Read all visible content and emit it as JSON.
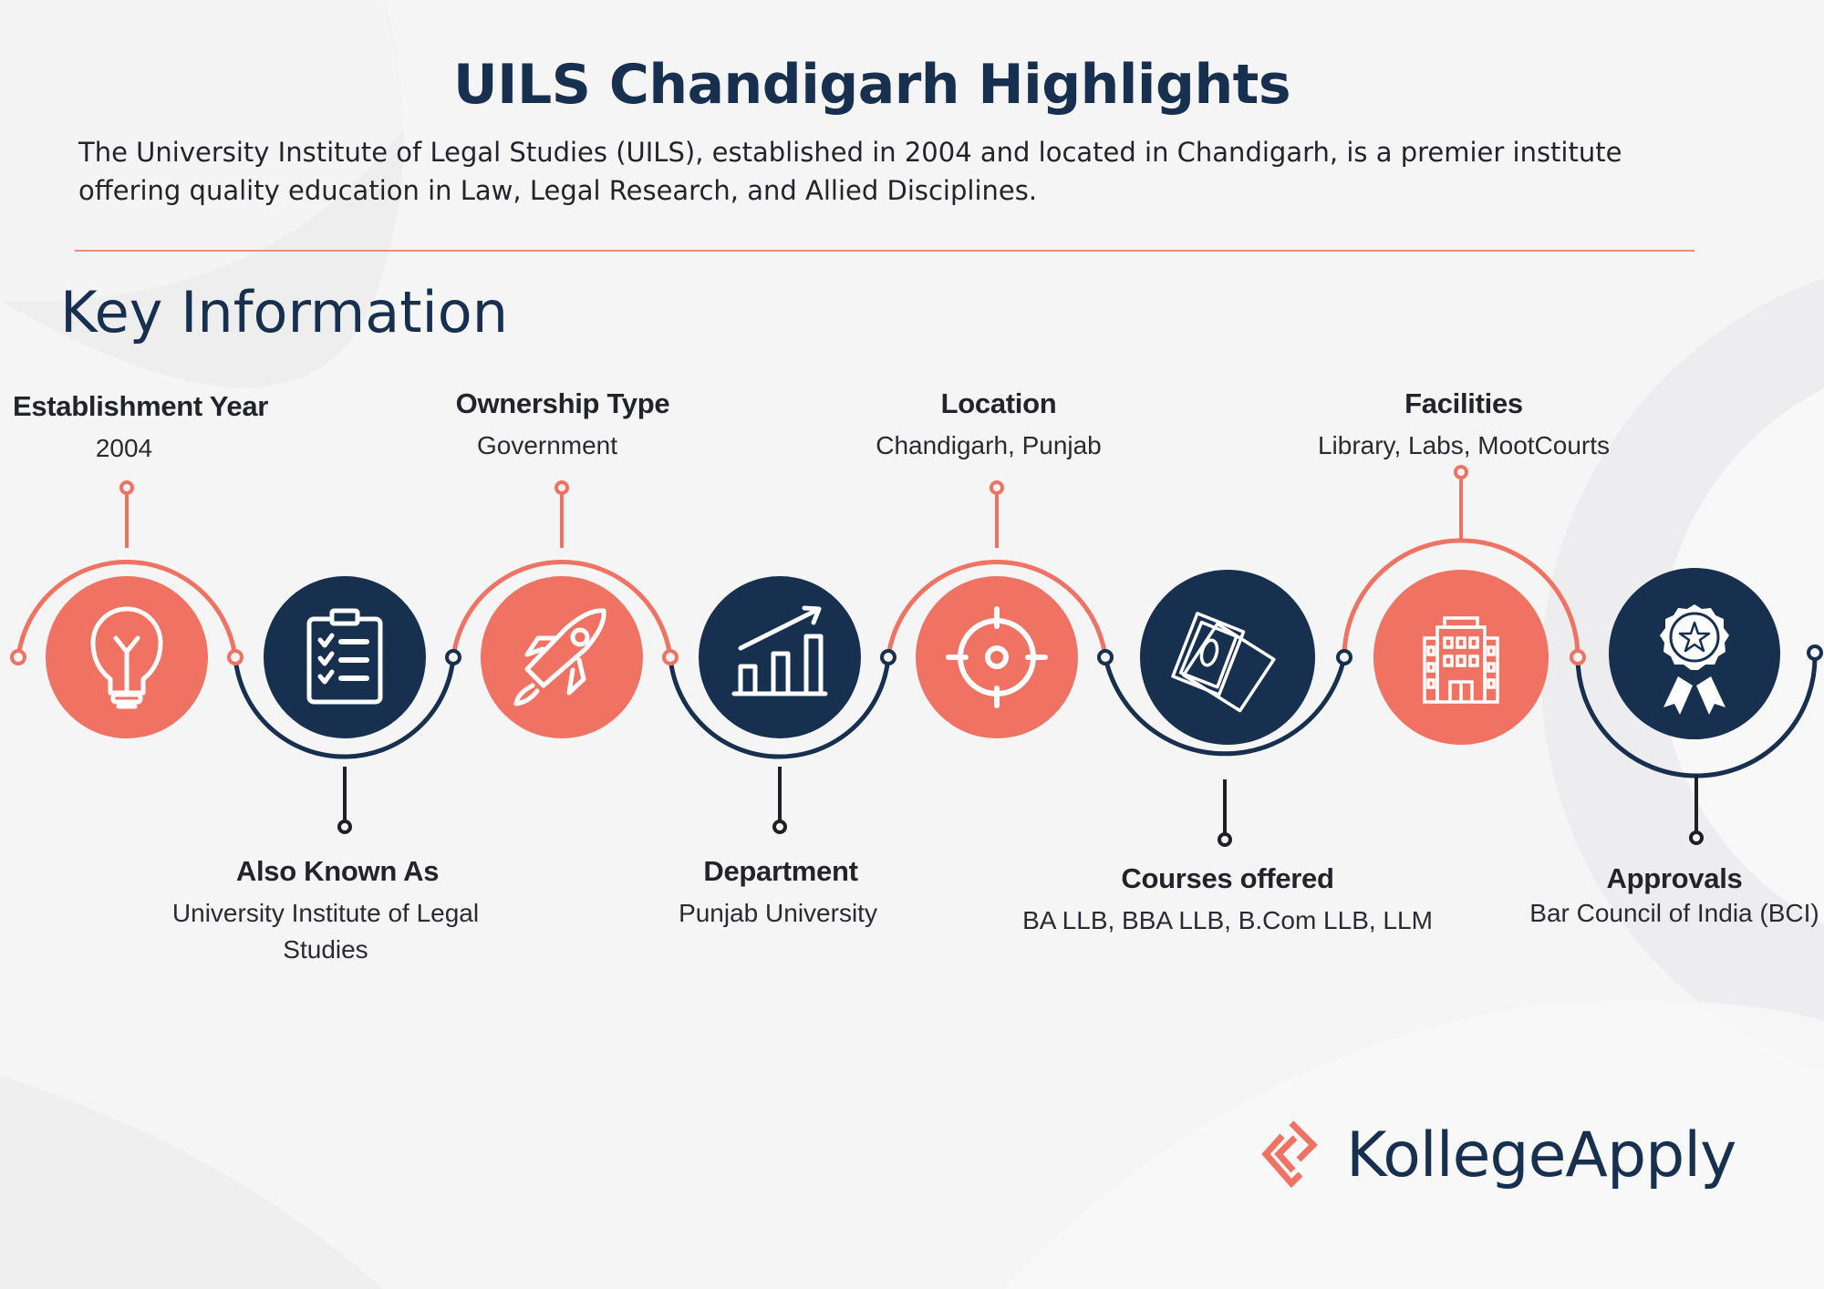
{
  "header": {
    "title": "UILS Chandigarh Highlights",
    "description": "The University Institute of Legal Studies (UILS), established in 2004 and located in Chandigarh, is a premier institute offering quality education in Law, Legal Research, and Allied Disciplines."
  },
  "section": {
    "heading": "Key Information"
  },
  "colors": {
    "coral": "#f07263",
    "navy": "#17304f",
    "divider": "#f08a7c",
    "background": "#f5f5f6"
  },
  "timeline": [
    {
      "heading": "Establishment Year",
      "value": "2004",
      "icon": "lightbulb-icon",
      "color": "coral",
      "position": "top"
    },
    {
      "heading": "Also Known As",
      "value": "University Institute of Legal Studies",
      "value_line1": "University Institute of Legal",
      "value_line2": "Studies",
      "icon": "clipboard-checklist-icon",
      "color": "navy",
      "position": "bottom"
    },
    {
      "heading": "Ownership Type",
      "value": "Government",
      "icon": "rocket-icon",
      "color": "coral",
      "position": "top"
    },
    {
      "heading": "Department",
      "value": "Punjab University",
      "icon": "bar-chart-growth-icon",
      "color": "navy",
      "position": "bottom"
    },
    {
      "heading": "Location",
      "value": "Chandigarh, Punjab",
      "icon": "target-crosshair-icon",
      "color": "coral",
      "position": "top"
    },
    {
      "heading": "Courses offered",
      "value": "BA LLB, BBA LLB, B.Com LLB, LLM",
      "icon": "money-notes-icon",
      "color": "navy",
      "position": "bottom"
    },
    {
      "heading": "Facilities",
      "value": "Library, Labs, MootCourts",
      "icon": "building-icon",
      "color": "coral",
      "position": "top"
    },
    {
      "heading": "Approvals",
      "value": "Bar Council of India (BCI)",
      "icon": "award-badge-icon",
      "color": "navy",
      "position": "bottom"
    }
  ],
  "brand": {
    "name": "KollegeApply",
    "logo_icon": "double-chevron-logo-icon"
  }
}
